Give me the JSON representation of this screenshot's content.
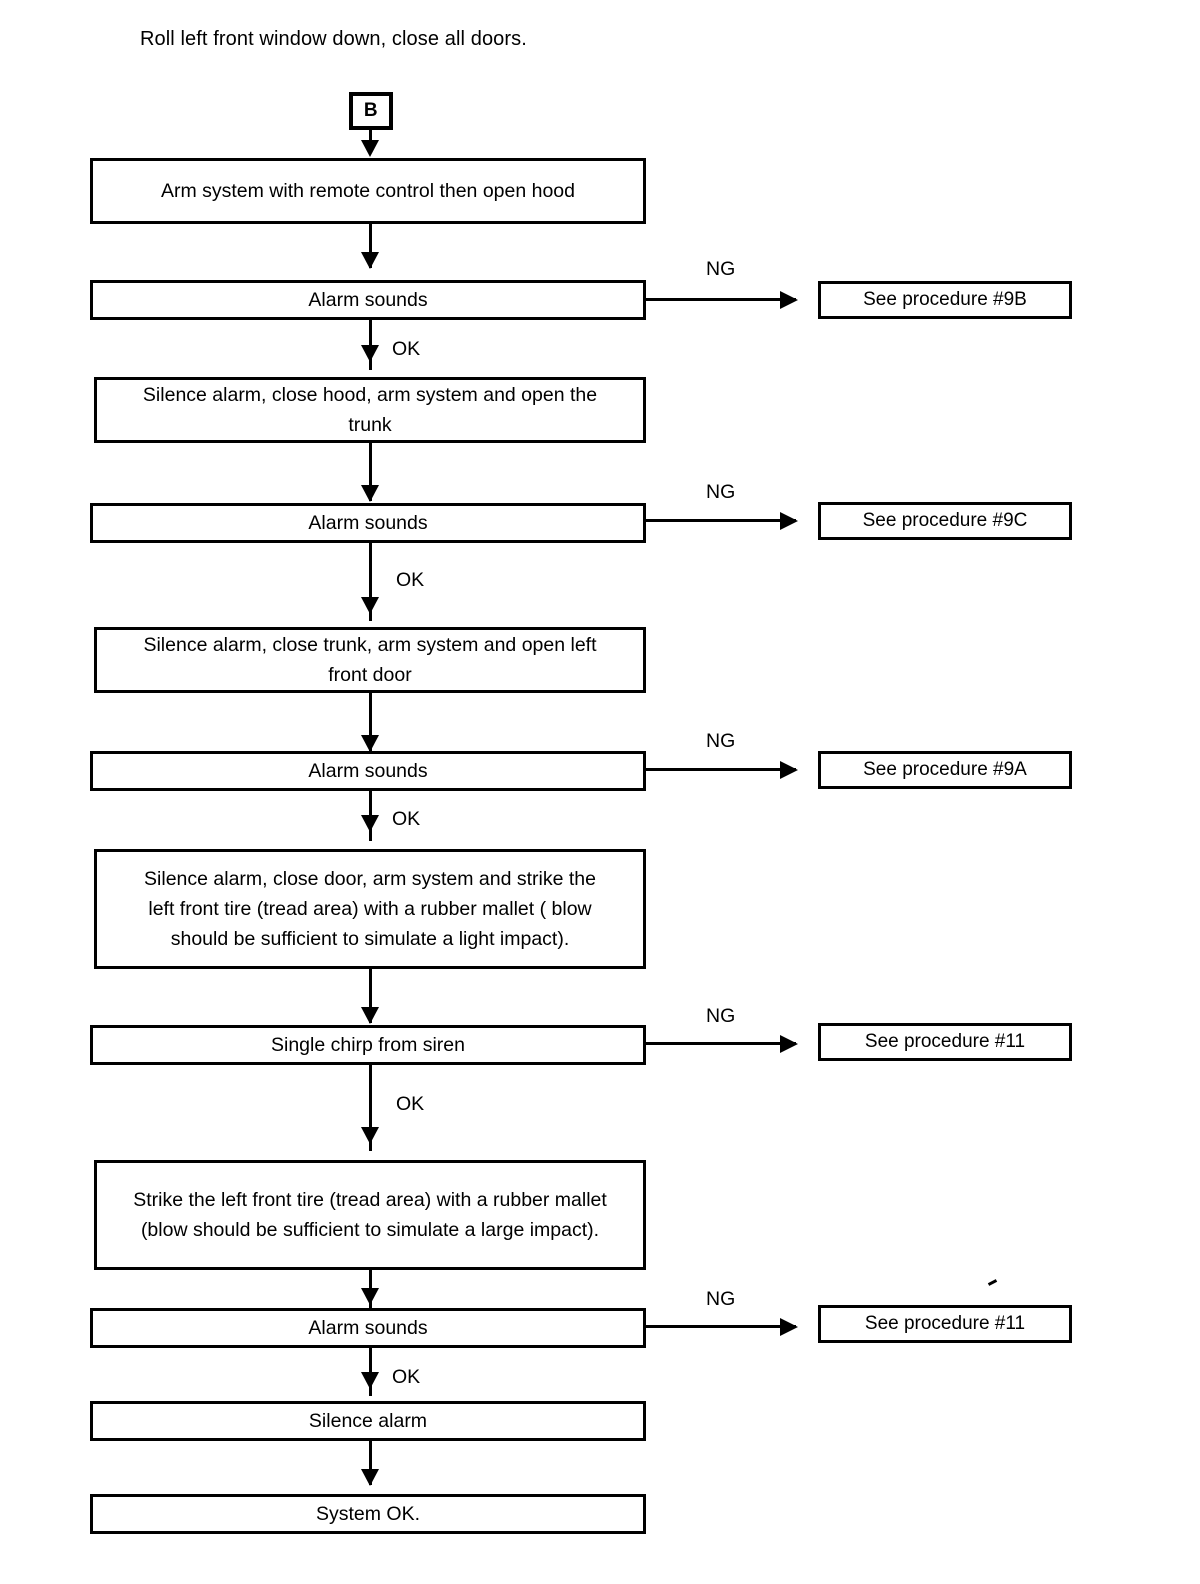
{
  "caption": "Roll left front window down, close all doors.",
  "connector": {
    "label": "B"
  },
  "labels": {
    "ok": "OK",
    "ng": "NG"
  },
  "flow": {
    "nodes": [
      {
        "id": "arm-hood",
        "type": "process",
        "text": "Arm system with remote control then open hood"
      },
      {
        "id": "alarm-sounds-1",
        "type": "decision",
        "text": "Alarm sounds"
      },
      {
        "id": "silence-hood",
        "type": "process",
        "text": "Silence alarm, close hood, arm system and open the\ntrunk"
      },
      {
        "id": "alarm-sounds-2",
        "type": "decision",
        "text": "Alarm sounds"
      },
      {
        "id": "silence-trunk",
        "type": "process",
        "text": "Silence alarm, close trunk, arm system and open left\nfront door"
      },
      {
        "id": "alarm-sounds-3",
        "type": "decision",
        "text": "Alarm sounds"
      },
      {
        "id": "silence-door",
        "type": "process",
        "text": "Silence alarm, close door, arm system and strike the\nleft front tire (tread area) with a rubber mallet ( blow\nshould be sufficient to simulate a light impact)."
      },
      {
        "id": "single-chirp",
        "type": "decision",
        "text": "Single chirp from siren"
      },
      {
        "id": "strike-large",
        "type": "process",
        "text": "Strike the left front tire (tread area) with a rubber mallet\n(blow should be sufficient to simulate a large impact)."
      },
      {
        "id": "alarm-sounds-4",
        "type": "decision",
        "text": "Alarm sounds"
      },
      {
        "id": "silence-alarm",
        "type": "process",
        "text": "Silence alarm"
      },
      {
        "id": "system-ok",
        "type": "terminal",
        "text": "System OK."
      }
    ],
    "branches": [
      {
        "from": "alarm-sounds-1",
        "label": "NG",
        "target": "See procedure #9B"
      },
      {
        "from": "alarm-sounds-2",
        "label": "NG",
        "target": "See procedure #9C"
      },
      {
        "from": "alarm-sounds-3",
        "label": "NG",
        "target": "See procedure #9A"
      },
      {
        "from": "single-chirp",
        "label": "NG",
        "target": "See procedure #11"
      },
      {
        "from": "alarm-sounds-4",
        "label": "NG",
        "target": "See procedure #11"
      }
    ],
    "ok_edges": [
      "alarm-sounds-1 -> silence-hood",
      "alarm-sounds-2 -> silence-trunk",
      "alarm-sounds-3 -> silence-door",
      "single-chirp -> strike-large",
      "alarm-sounds-4 -> silence-alarm"
    ]
  },
  "colors": {
    "ink": "#000000",
    "paper": "#ffffff"
  }
}
